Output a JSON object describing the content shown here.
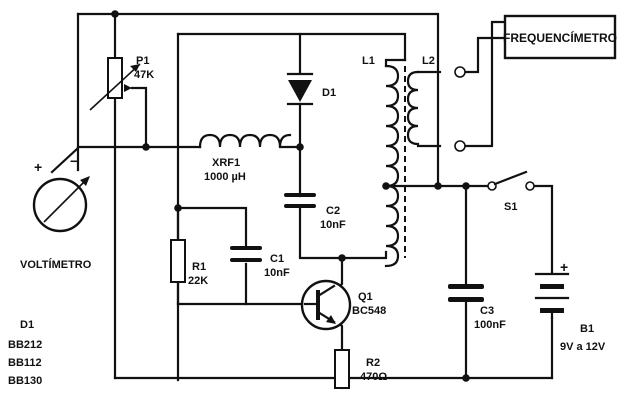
{
  "labels": {
    "frequency_meter": "FREQUENCÍMETRO",
    "voltmeter": "VOLTÍMETRO",
    "voltmeter_plus": "+",
    "voltmeter_minus": "−",
    "p1_name": "P1",
    "p1_value": "47K",
    "l1_name": "L1",
    "l2_name": "L2",
    "d1_name": "D1",
    "xrf1_name": "XRF1",
    "xrf1_value": "1000 µH",
    "c2_name": "C2",
    "c2_value": "10nF",
    "c1_name": "C1",
    "c1_value": "10nF",
    "r1_name": "R1",
    "r1_value": "22K",
    "q1_name": "Q1",
    "q1_value": "BC548",
    "r2_name": "R2",
    "r2_value": "470Ω",
    "s1_name": "S1",
    "c3_name": "C3",
    "c3_value": "100nF",
    "b1_name": "B1",
    "b1_value": "9V a 12V",
    "b1_plus": "+",
    "diode_list_title": "D1",
    "diode_options": [
      "BB212",
      "BB112",
      "BB130"
    ]
  }
}
